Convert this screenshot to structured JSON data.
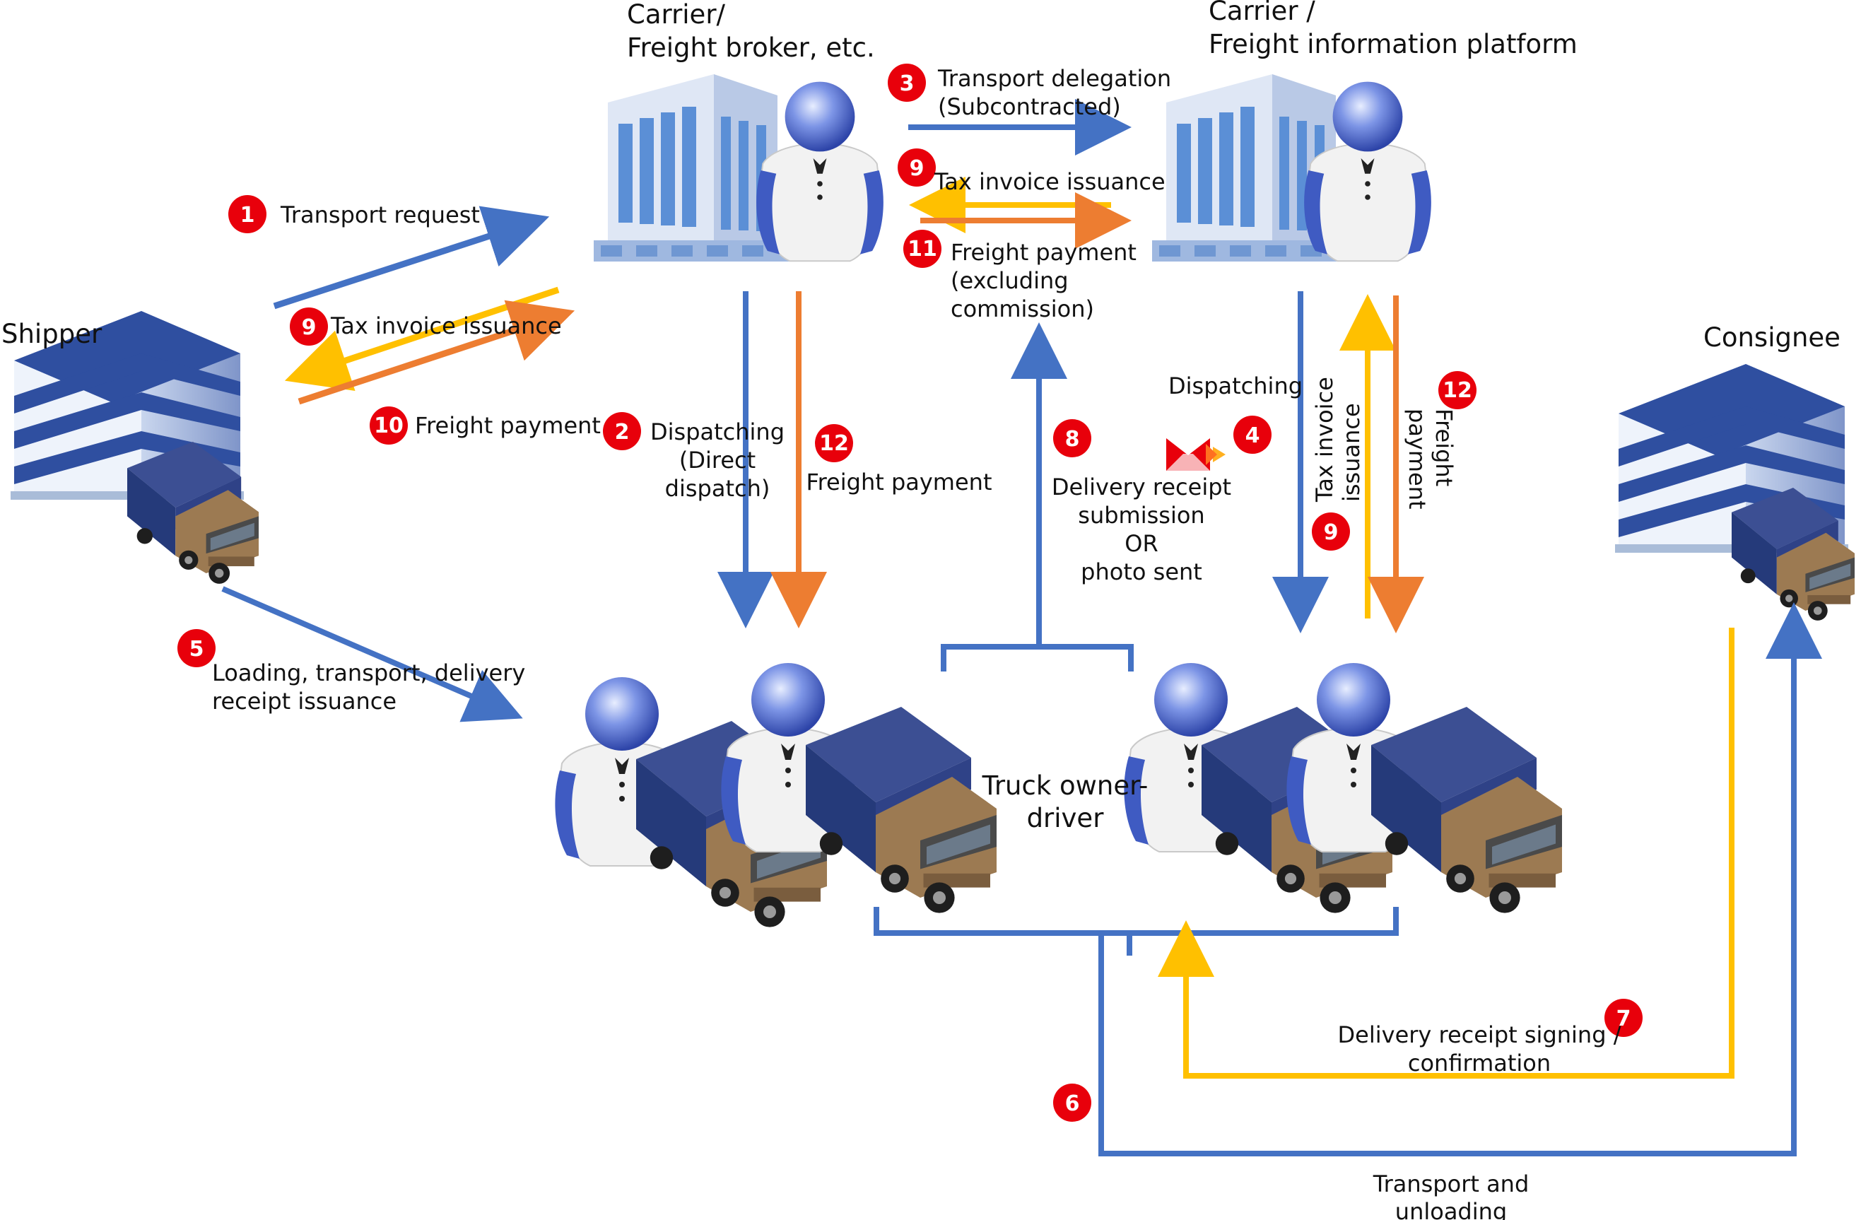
{
  "entities": {
    "shipper": "Shipper",
    "carrier_broker": [
      "Carrier/",
      "Freight broker, etc."
    ],
    "carrier_platform": [
      "Carrier /",
      "Freight information platform"
    ],
    "consignee": "Consignee",
    "drivers": [
      "Truck owner-",
      "driver"
    ]
  },
  "steps": {
    "s1": {
      "num": "1",
      "label": "Transport request"
    },
    "s2": {
      "num": "2",
      "lines": [
        "Dispatching",
        "(Direct",
        "dispatch)"
      ]
    },
    "s3": {
      "num": "3",
      "lines": [
        "Transport delegation",
        "(Subcontracted)"
      ]
    },
    "s4": {
      "num": "4",
      "label": "Dispatching"
    },
    "s5": {
      "num": "5",
      "lines": [
        "Loading, transport, delivery",
        "receipt issuance"
      ]
    },
    "s6": {
      "num": "6",
      "lines": [
        "Transport and",
        "unloading"
      ]
    },
    "s7": {
      "num": "7",
      "lines": [
        "Delivery receipt signing /",
        "confirmation"
      ]
    },
    "s8": {
      "num": "8",
      "lines": [
        "Delivery receipt",
        "submission",
        "OR",
        "photo sent"
      ]
    },
    "s9_shipper": {
      "num": "9",
      "label": "Tax invoice issuance"
    },
    "s9_top": {
      "num": "9",
      "label": "Tax invoice issuance"
    },
    "s9_right": {
      "num": "9",
      "lines": [
        "Tax invoice",
        "issuance"
      ]
    },
    "s10": {
      "num": "10",
      "label": "Freight payment"
    },
    "s11": {
      "num": "11",
      "lines": [
        "Freight payment",
        "(excluding",
        "commission)"
      ]
    },
    "s12_left": {
      "num": "12",
      "label": "Freight payment"
    },
    "s12_right": {
      "num": "12",
      "lines": [
        "Freight",
        "payment"
      ]
    }
  },
  "colors": {
    "blue_arrow": "#4472C4",
    "orange_arrow": "#ED7D31",
    "yellow_arrow": "#FFC000",
    "badge_red": "#E8000B"
  },
  "icons": [
    "office-building-icon",
    "person-icon",
    "truck-icon",
    "mobile-message-icon"
  ]
}
